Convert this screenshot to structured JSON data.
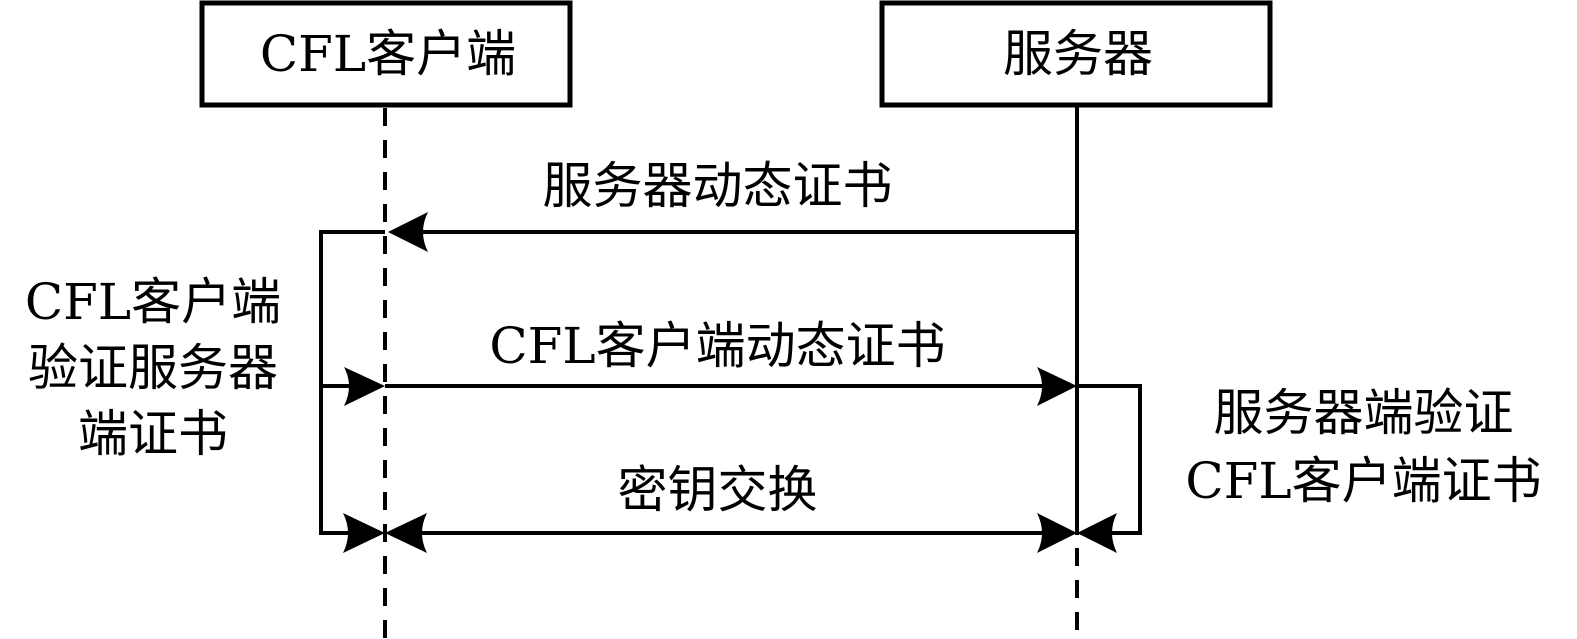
{
  "participants": {
    "client": "CFL客户端",
    "server": "服务器"
  },
  "messages": [
    {
      "label": "服务器动态证书",
      "from": "server",
      "to": "client",
      "type": "single-arrow"
    },
    {
      "label": "CFL客户端动态证书",
      "from": "client",
      "to": "server",
      "type": "single-arrow"
    },
    {
      "label": "密钥交换",
      "from": "client",
      "to": "server",
      "type": "double-arrow"
    }
  ],
  "notes": {
    "client_verify": [
      "CFL客户端",
      "验证服务器",
      "端证书"
    ],
    "server_verify": [
      "服务器端验证",
      "CFL客户端证书"
    ]
  }
}
